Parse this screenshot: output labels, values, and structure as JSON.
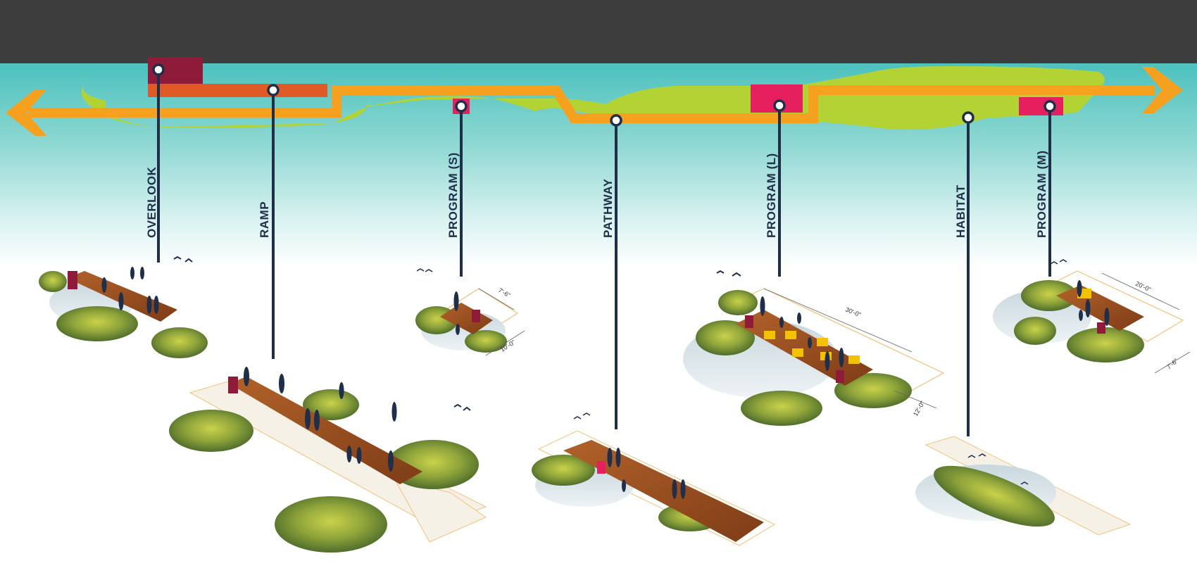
{
  "colors": {
    "top_bar": "#3d3d3d",
    "water": "#4cc1bd",
    "land": "#b3d334",
    "path": "#f5a01f",
    "overlook_block": "#8e1b3a",
    "ramp_block": "#e05a28",
    "program_block": "#e6205f",
    "callout_line": "#1f2f4a",
    "deck": "#9c4f1e",
    "dim_line": "#f2c27b"
  },
  "labels": {
    "overlook": "OVERLOOK",
    "ramp": "RAMP",
    "program_s": "PROGRAM (S)",
    "pathway": "PATHWAY",
    "program_l": "PROGRAM (L)",
    "habitat": "HABITAT",
    "program_m": "PROGRAM (M)"
  },
  "dimensions": {
    "program_s_a": "7'-6\"",
    "program_s_b": "10'-0\"",
    "program_l_a": "30'-0\"",
    "program_l_b": "12'-0\"",
    "program_m_a": "20'-0\"",
    "program_m_b": "7'-6\""
  }
}
